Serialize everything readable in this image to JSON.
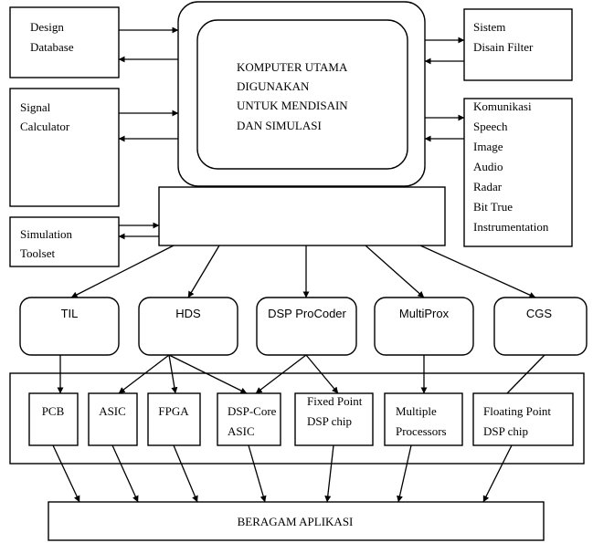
{
  "inputs": {
    "design_database": [
      "Design",
      "Database"
    ],
    "signal_calculator": [
      "Signal",
      "Calculator"
    ],
    "simulation_toolset": [
      "Simulation",
      "Toolset"
    ]
  },
  "main_computer": [
    "KOMPUTER UTAMA",
    "DIGUNAKAN",
    "UNTUK MENDISAIN",
    "DAN SIMULASI"
  ],
  "outputs": {
    "sistem_disain_filter": [
      "Sistem",
      "Disain Filter"
    ],
    "komunikasi_list": [
      "Komunikasi",
      "Speech",
      "Image",
      "Audio",
      "Radar",
      "Bit True",
      "Instrumentation"
    ]
  },
  "tools": [
    "TIL",
    "HDS",
    "DSP ProCoder",
    "MultiProx",
    "CGS"
  ],
  "targets": {
    "pcb": [
      "PCB"
    ],
    "asic": [
      "ASIC"
    ],
    "fpga": [
      "FPGA"
    ],
    "dsp_core_asic": [
      "DSP-Core",
      "ASIC"
    ],
    "fixed_point": [
      "Fixed Point",
      "DSP chip"
    ],
    "multiple_processors": [
      "Multiple",
      "Processors"
    ],
    "floating_point": [
      "Floating Point",
      "DSP chip"
    ]
  },
  "applications": "BERAGAM APLIKASI"
}
